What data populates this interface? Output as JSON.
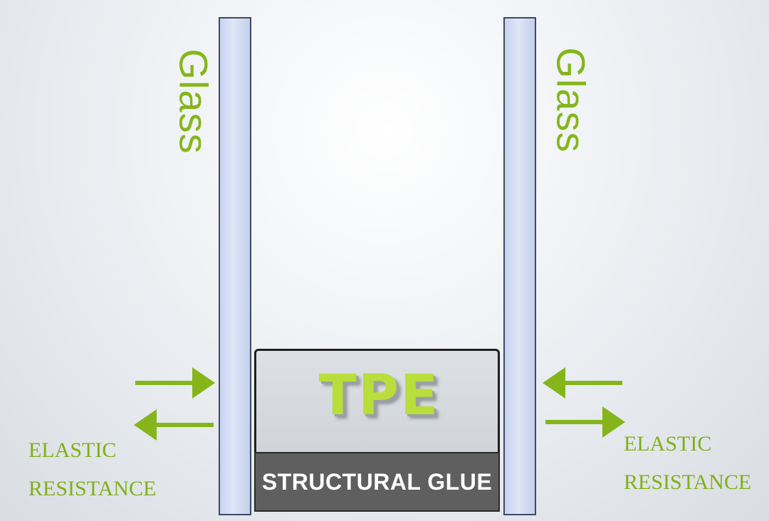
{
  "labels": {
    "glass_left": "Glass",
    "glass_right": "Glass",
    "spacer": "TPE",
    "base": "STRUCTURAL GLUE",
    "left_caption": [
      "ELASTIC",
      "RESISTANCE"
    ],
    "right_caption": [
      "ELASTIC",
      "RESISTANCE"
    ]
  },
  "arrows": {
    "left": [
      "right-arrow",
      "left-arrow"
    ],
    "right": [
      "left-arrow",
      "right-arrow"
    ]
  },
  "colors": {
    "accent_green": "#86b51b",
    "tpe_green": "#b9dd3a",
    "glass_blue": "#c9d3ee",
    "glue_gray": "#5f5f5f"
  }
}
